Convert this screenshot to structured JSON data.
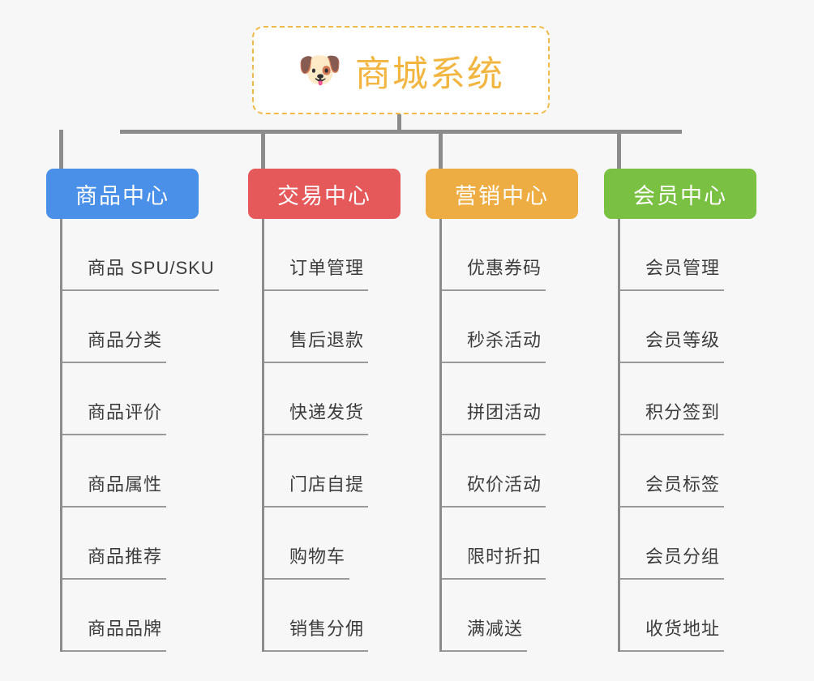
{
  "page": {
    "background_color": "#f7f7f7",
    "line_color": "#8c8c8c",
    "rule_color": "#9a9a9a"
  },
  "root": {
    "icon": "dog-face-emoji",
    "emoji": "🐶",
    "title": "商城系统",
    "text_color": "#f2b540",
    "border_color": "#f0b94a",
    "background_color": "#ffffff"
  },
  "columns": [
    {
      "id": "product-center",
      "label": "商品中心",
      "color": "#4a90e8",
      "items": [
        "商品 SPU/SKU",
        "商品分类",
        "商品评价",
        "商品属性",
        "商品推荐",
        "商品品牌"
      ]
    },
    {
      "id": "trade-center",
      "label": "交易中心",
      "color": "#e5595a",
      "items": [
        "订单管理",
        "售后退款",
        "快递发货",
        "门店自提",
        "购物车",
        "销售分佣"
      ]
    },
    {
      "id": "marketing-center",
      "label": "营销中心",
      "color": "#eead42",
      "items": [
        "优惠券码",
        "秒杀活动",
        "拼团活动",
        "砍价活动",
        "限时折扣",
        "满减送"
      ]
    },
    {
      "id": "member-center",
      "label": "会员中心",
      "color": "#7ac143",
      "items": [
        "会员管理",
        "会员等级",
        "积分签到",
        "会员标签",
        "会员分组",
        "收货地址"
      ]
    }
  ]
}
